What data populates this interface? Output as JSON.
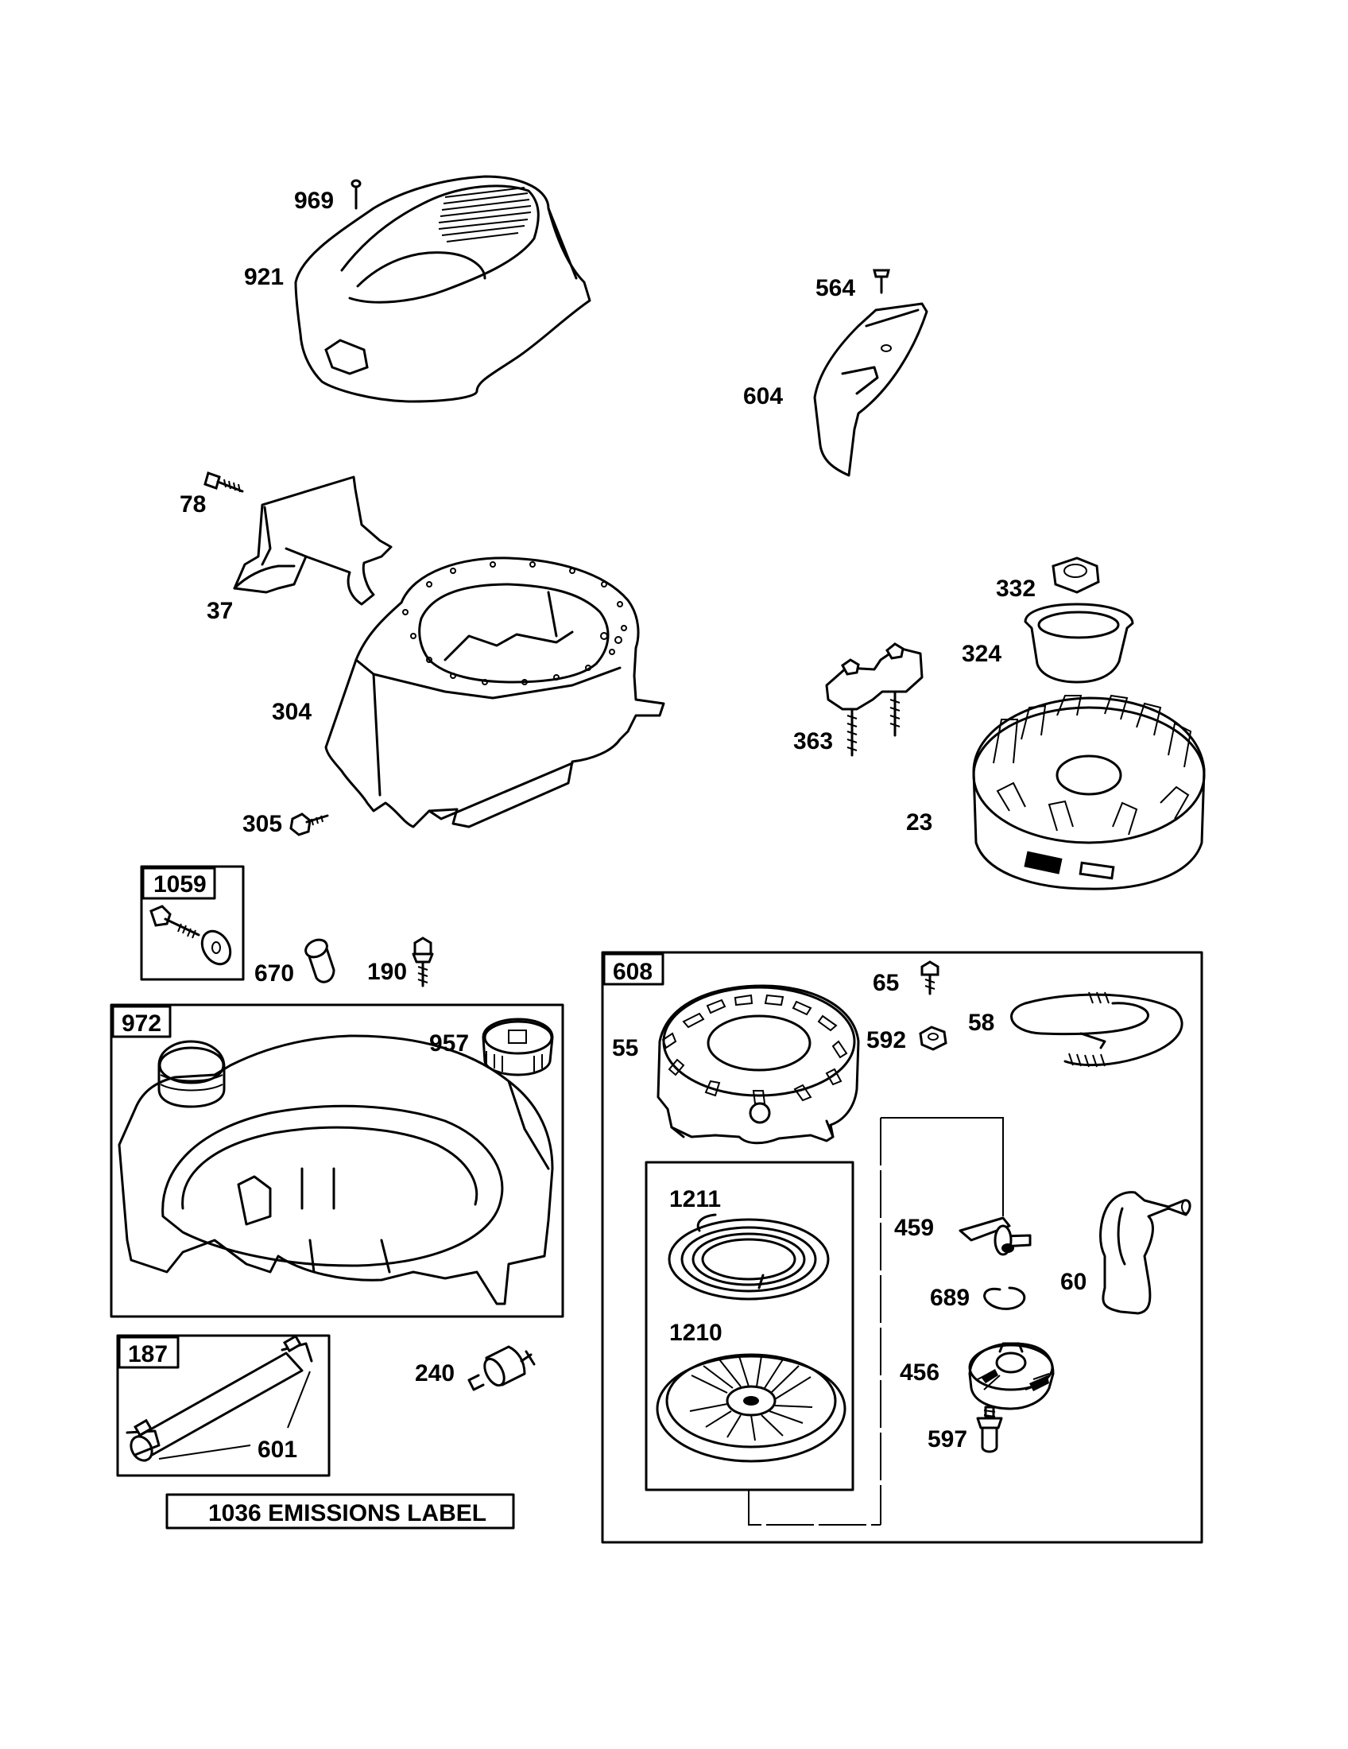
{
  "labels": {
    "p969": "969",
    "p921": "921",
    "p564": "564",
    "p604": "604",
    "p78": "78",
    "p37": "37",
    "p304": "304",
    "p305": "305",
    "p332": "332",
    "p324": "324",
    "p363": "363",
    "p23": "23",
    "p1059": "1059",
    "p670": "670",
    "p190": "190",
    "p608": "608",
    "p65": "65",
    "p592": "592",
    "p58": "58",
    "p55": "55",
    "p972": "972",
    "p957": "957",
    "p1211": "1211",
    "p1210": "1210",
    "p459": "459",
    "p689": "689",
    "p60": "60",
    "p456": "456",
    "p597": "597",
    "p187": "187",
    "p601": "601",
    "p240": "240",
    "emissions": "1036 EMISSIONS LABEL"
  }
}
